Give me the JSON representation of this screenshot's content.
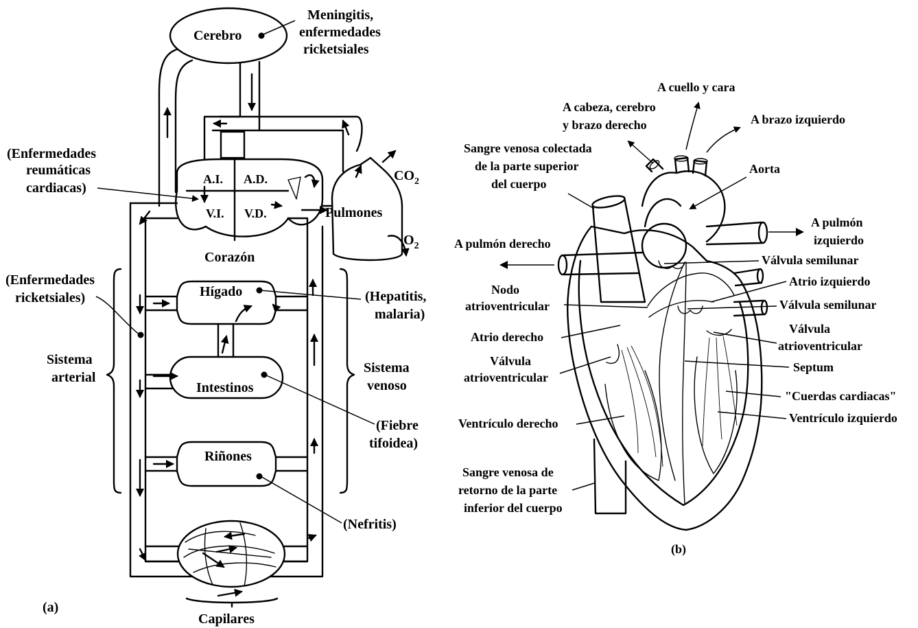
{
  "panel_a": {
    "label": "(a)",
    "organs": {
      "brain": "Cerebro",
      "heart": "Corazón",
      "lungs": "Pulmones",
      "liver": "Hígado",
      "intestines": "Intestinos",
      "kidneys": "Riñones",
      "capillaries": "Capilares"
    },
    "heart_chambers": {
      "left_atrium": "A.I.",
      "right_atrium": "A.D.",
      "left_ventricle": "V.I.",
      "right_ventricle": "V.D."
    },
    "gases": {
      "co2": "CO",
      "co2_sub": "2",
      "o2": "O",
      "o2_sub": "2"
    },
    "systems": {
      "arterial_line1": "Sistema",
      "arterial_line2": "arterial",
      "venous_line1": "Sistema",
      "venous_line2": "venoso"
    },
    "diseases": {
      "meningitis_l1": "Meningitis,",
      "meningitis_l2": "enfermedades",
      "meningitis_l3": "ricketsiales",
      "rheumatic_l1": "(Enfermedades",
      "rheumatic_l2": "reumáticas",
      "rheumatic_l3": "cardiacas)",
      "rickettsial_l1": "(Enfermedades",
      "rickettsial_l2": "ricketsiales)",
      "hepatitis_l1": "(Hepatitis,",
      "hepatitis_l2": "malaria)",
      "typhoid_l1": "(Fiebre",
      "typhoid_l2": "tifoidea)",
      "nephritis": "(Nefritis)"
    }
  },
  "panel_b": {
    "label": "(b)",
    "labels": {
      "neck_face": "A cuello y cara",
      "head_brain_l1": "A cabeza, cerebro",
      "head_brain_l2": "y brazo derecho",
      "left_arm": "A brazo izquierdo",
      "sup_venous_l1": "Sangre venosa colectada",
      "sup_venous_l2": "de la parte superior",
      "sup_venous_l3": "del cuerpo",
      "aorta": "Aorta",
      "left_lung_l1": "A pulmón",
      "left_lung_l2": "izquierdo",
      "right_lung": "A pulmón derecho",
      "semilunar_valve_1": "Válvula semilunar",
      "left_atrium": "Atrio izquierdo",
      "av_node_l1": "Nodo",
      "av_node_l2": "atrioventricular",
      "semilunar_valve_2": "Válvula semilunar",
      "right_atrium": "Atrio derecho",
      "av_valve_right_l1": "Válvula",
      "av_valve_right_l2": "atrioventricular",
      "av_valve_left_l1": "Válvula",
      "av_valve_left_l2": "atrioventricular",
      "septum": "Septum",
      "chordae": "\"Cuerdas cardiacas\"",
      "right_ventricle": "Ventrículo derecho",
      "left_ventricle": "Ventrículo izquierdo",
      "inf_venous_l1": "Sangre venosa de",
      "inf_venous_l2": "retorno de la parte",
      "inf_venous_l3": "inferior del cuerpo"
    }
  }
}
